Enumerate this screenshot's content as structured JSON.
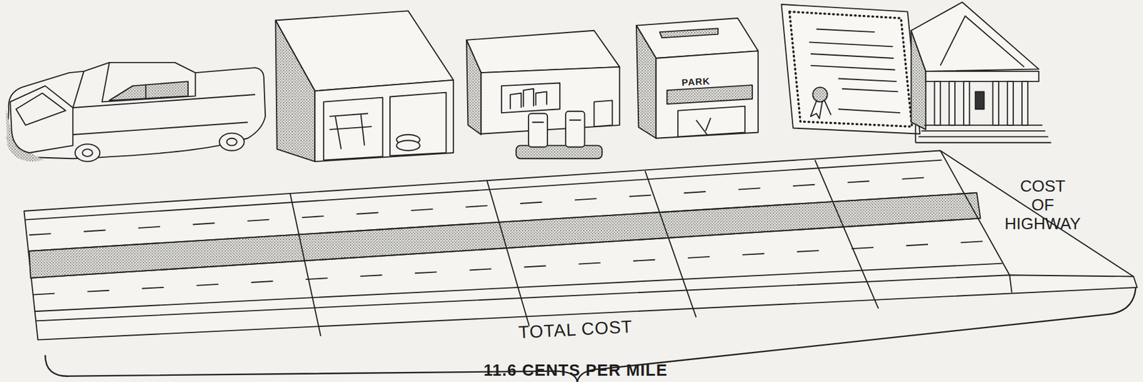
{
  "diagram": {
    "nodes": [
      {
        "text": [
          "COST OF HIGHWAY"
        ]
      }
    ],
    "labels": [
      "PARK",
      "TOTAL COST",
      "11.6 CENTS PER MILE"
    ]
  }
}
